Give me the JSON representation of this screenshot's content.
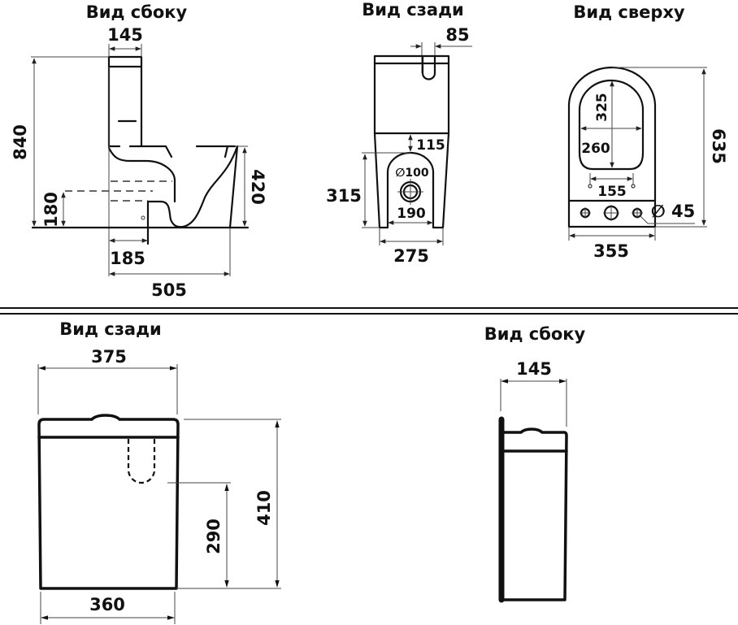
{
  "top_views": {
    "side_view": {
      "title": "Вид сбоку",
      "dims": {
        "tank_depth": "145",
        "total_height": "840",
        "bowl_height": "420",
        "outlet_height": "180",
        "outlet_offset": "185",
        "total_length": "505"
      }
    },
    "back_view": {
      "title": "Вид сзади",
      "dims": {
        "slot_width": "85",
        "gap_to_arch": "115",
        "arch_height": "315",
        "outlet_diameter": "∅100",
        "arch_width": "190",
        "base_width": "275"
      }
    },
    "top_view": {
      "title": "Вид сверху",
      "dims": {
        "seat_length": "325",
        "seat_width": "260",
        "hinge_spacing": "155",
        "total_depth": "635",
        "hole_diameter": "∅ 45",
        "total_width": "355"
      }
    }
  },
  "bottom_views": {
    "tank_back_view": {
      "title": "Вид сзади",
      "dims": {
        "top_width": "375",
        "bottom_width": "360",
        "height": "410",
        "inlet_height": "290"
      }
    },
    "tank_side_view": {
      "title": "Вид сбоку",
      "dims": {
        "depth": "145"
      }
    }
  }
}
